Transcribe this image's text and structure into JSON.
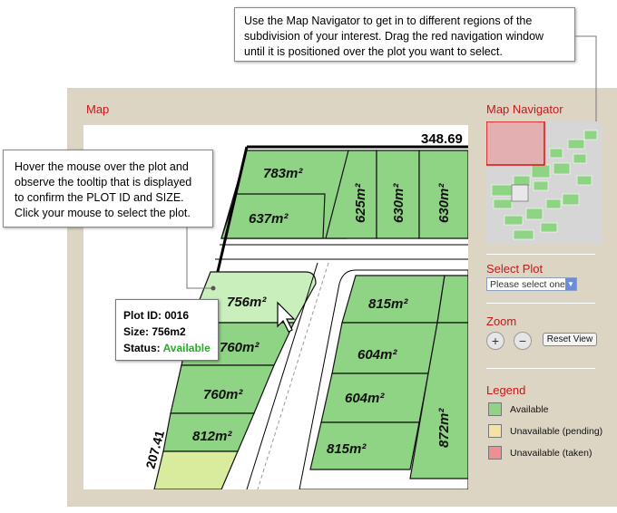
{
  "callouts": {
    "top_line1": "Use the Map Navigator to get in to different regions of the",
    "top_line2": "subdivision of your interest. Drag the red navigation window",
    "top_line3": "until it is positioned over the plot you want to select.",
    "left_line1": "Hover the mouse over the plot and",
    "left_line2": "observe the tooltip that is displayed",
    "left_line3": "to confirm the PLOT ID and SIZE.",
    "left_line4": "Click your mouse to select the plot."
  },
  "map": {
    "title": "Map",
    "dim_top": "348.69",
    "dim_left": "207.41",
    "plots_top": [
      "783m²",
      "637m²",
      "625m²",
      "630m²",
      "630m²"
    ],
    "plots_left": [
      "756m²",
      "760m²",
      "760m²",
      "812m²"
    ],
    "plots_right": [
      "815m²",
      "604m²",
      "604m²",
      "815m²",
      "872m²"
    ]
  },
  "tooltip": {
    "plot_id_label": "Plot ID: 0016",
    "size_label": "Size: 756m2",
    "status_label": "Status: ",
    "status_value": "Available"
  },
  "navigator": {
    "title": "Map Navigator"
  },
  "select_plot": {
    "title": "Select Plot",
    "selected": "Please select one"
  },
  "zoom": {
    "title": "Zoom",
    "zoom_in_icon": "zoom-in-icon",
    "zoom_out_icon": "zoom-out-icon",
    "reset_label": "Reset View"
  },
  "legend": {
    "title": "Legend",
    "items": [
      {
        "label": "Available",
        "color": "#8fd484"
      },
      {
        "label": "Unavailable (pending)",
        "color": "#f6e3a4"
      },
      {
        "label": "Unavailable (taken)",
        "color": "#ef8f94"
      }
    ]
  },
  "colors": {
    "accent_red": "#c21a1a",
    "plot_green": "#8fd484",
    "plot_selected": "#c9efbd",
    "frame": "#dcd5c3"
  }
}
